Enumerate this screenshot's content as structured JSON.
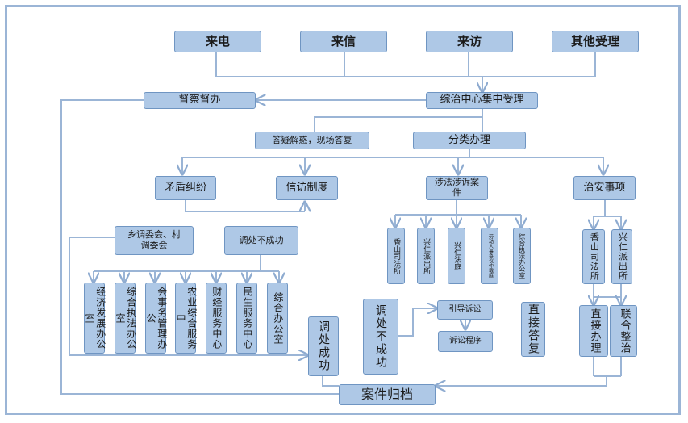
{
  "sources": [
    "来电",
    "来信",
    "来访",
    "其他受理"
  ],
  "supervise": "督察督办",
  "central": "综治中心集中受理",
  "answer": "答疑解惑，现场答复",
  "classify": "分类办理",
  "categories": {
    "dispute": "矛盾纠纷",
    "petition": "信访制度",
    "legal": "涉法涉诉案件",
    "security": "治安事项"
  },
  "village": "乡调委会、村调委会",
  "mediation_fail": "调处不成功",
  "depts": [
    "经济发展办公室",
    "综合执法办公室",
    "会事务管理办公",
    "农业综合服务中",
    "财经服务中心",
    "民生服务中心",
    "综合办公室"
  ],
  "mediation_success": "调处成功",
  "legal_depts": [
    "香山司法所",
    "兴仁派出所",
    "兴仁法庭",
    "劳动人事争议仲裁庭",
    "综合执法办公室"
  ],
  "legal_fail": "调处不成功",
  "guide": "引导诉讼",
  "procedure": "诉讼程序",
  "direct_answer": "直接答复",
  "security_depts": [
    "香山司法所",
    "兴仁派出所"
  ],
  "direct_handle": "直接办理",
  "joint": "联合整治",
  "archive": "案件归档",
  "colors": {
    "box": "#aec8e6",
    "border": "#6f95c2",
    "line": "#9bb5d6"
  }
}
